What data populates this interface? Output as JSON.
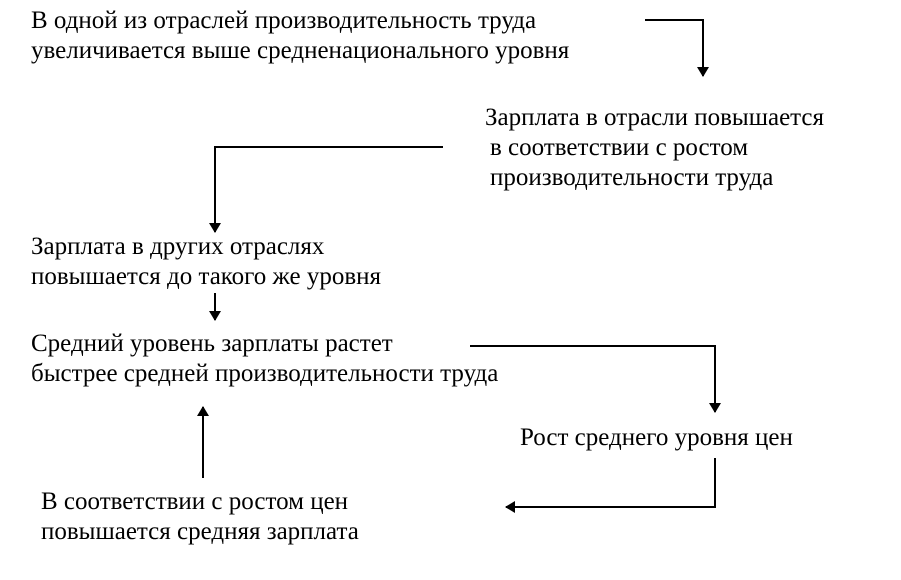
{
  "nodes": {
    "productivity_rise": {
      "line1": "В одной из отраслей производительность труда",
      "line2": "увеличивается выше средненационального уровня"
    },
    "sector_wage_rise": {
      "line1": "Зарплата в отрасли повышается",
      "line2": "в соответствии с ростом",
      "line3": "производительности труда"
    },
    "other_sectors_wage": {
      "line1": "Зарплата в других отраслях",
      "line2": "повышается до такого же уровня"
    },
    "average_wage_growth": {
      "line1": "Средний уровень зарплаты растет",
      "line2": "быстрее средней производительности труда"
    },
    "price_level_growth": {
      "line1": "Рост среднего уровня цен"
    },
    "wage_follows_prices": {
      "line1": "В соответствии с ростом цен",
      "line2": "повышается средняя зарплата"
    }
  },
  "colors": {
    "text": "#000000",
    "lines": "#000000",
    "background": "#ffffff"
  }
}
